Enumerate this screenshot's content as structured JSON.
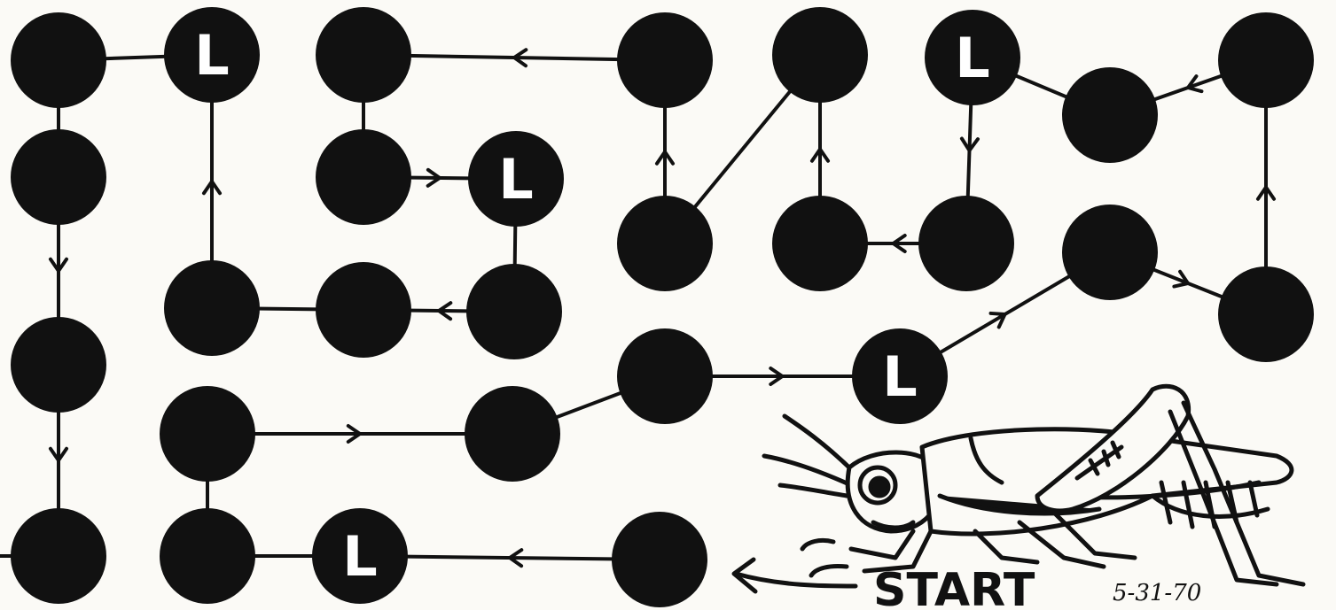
{
  "puzzle": {
    "dot_label": "L",
    "start_label": "START",
    "date": "5-31-70",
    "dot_color": "#111111",
    "line_color": "#111111",
    "background_color": "#fbfaf6",
    "start_icon": "grasshopper-icon"
  }
}
